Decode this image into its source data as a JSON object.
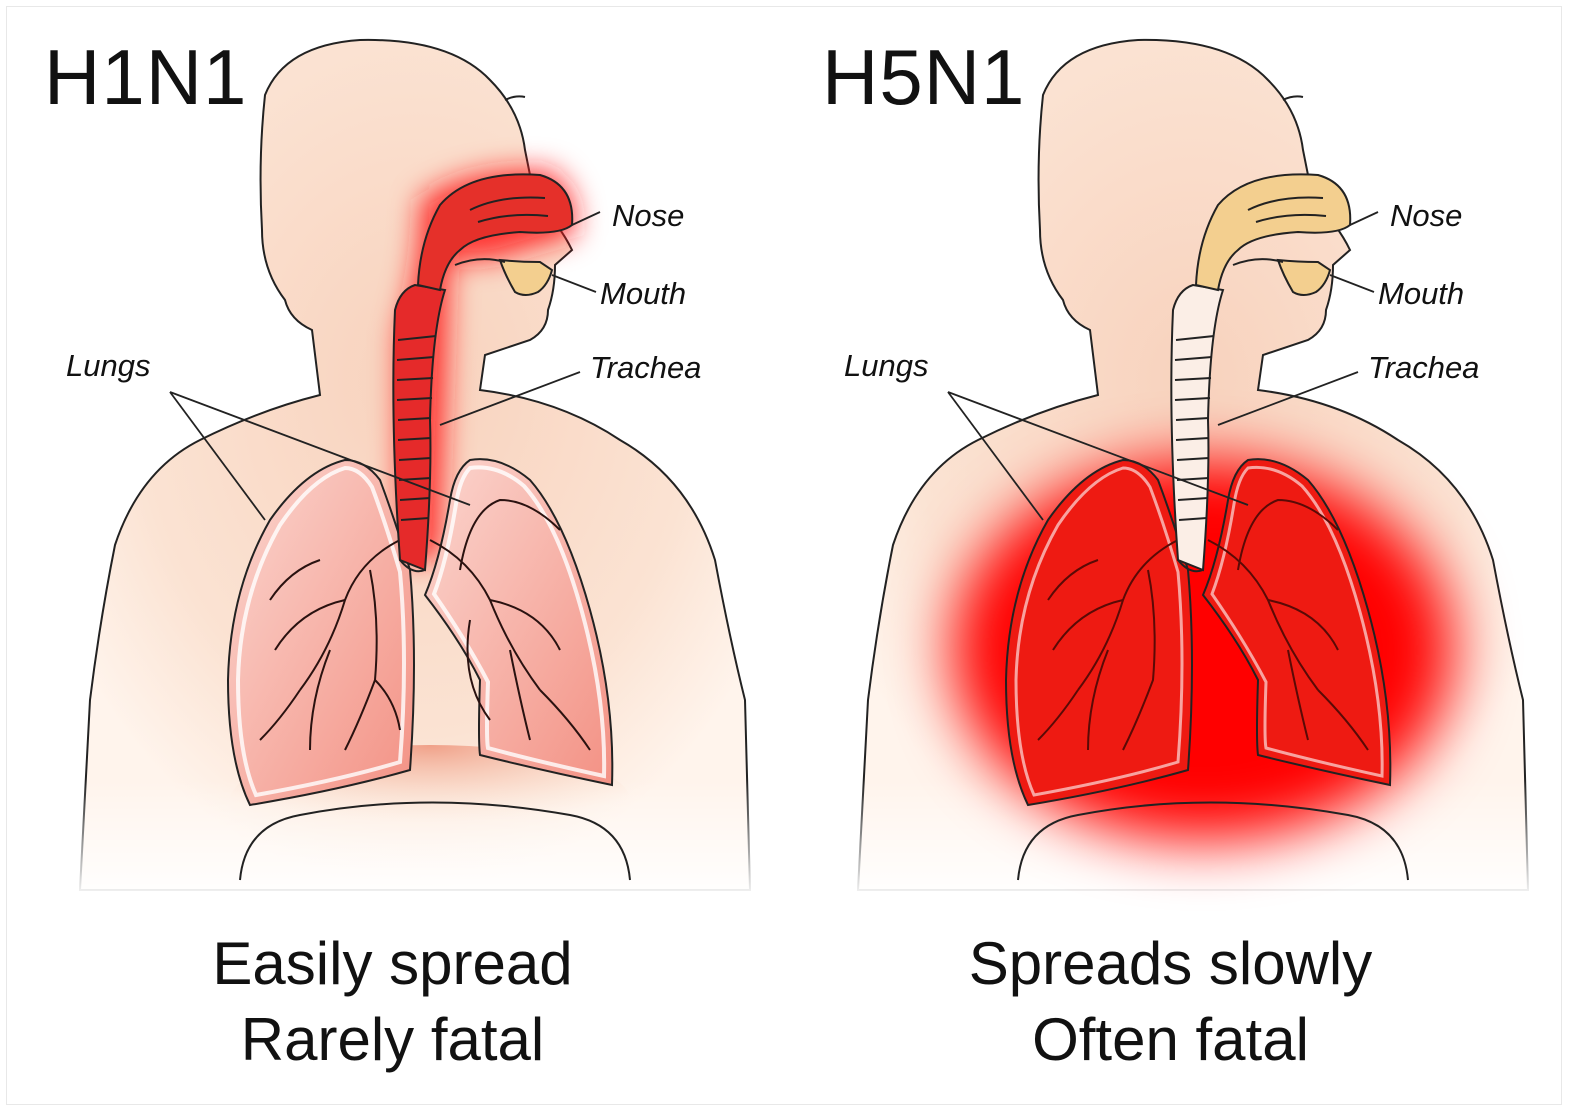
{
  "panels": [
    {
      "title": "H1N1",
      "caption_line1": "Easily spread",
      "caption_line2": "Rarely fatal",
      "labels": {
        "nose": "Nose",
        "mouth": "Mouth",
        "trachea": "Trachea",
        "lungs": "Lungs"
      },
      "infection_site": "upper respiratory tract"
    },
    {
      "title": "H5N1",
      "caption_line1": "Spreads slowly",
      "caption_line2": "Often fatal",
      "labels": {
        "nose": "Nose",
        "mouth": "Mouth",
        "trachea": "Trachea",
        "lungs": "Lungs"
      },
      "infection_site": "lungs"
    }
  ],
  "colors": {
    "skin": "#fbe3d3",
    "infection_red": "#ff0000",
    "lung_pink": "#f5a39a",
    "airway_tan": "#f3cf8f",
    "outline": "#222222"
  }
}
